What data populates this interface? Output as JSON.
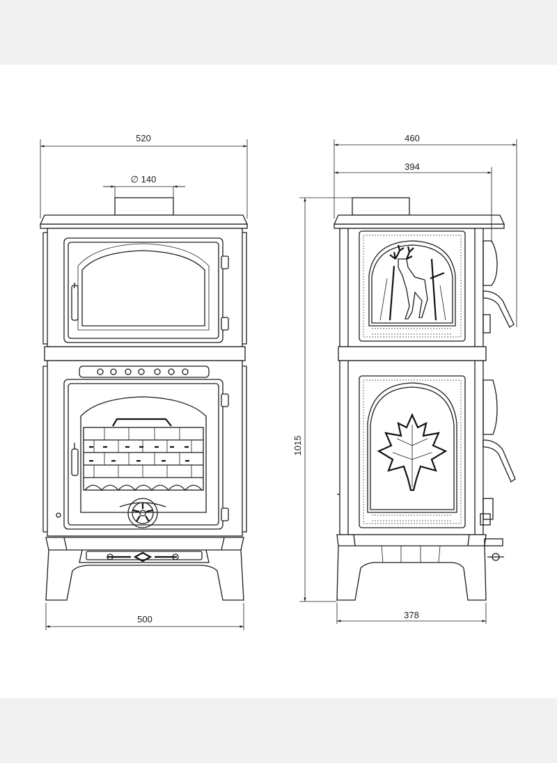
{
  "dimensions": {
    "front_width_top": "520",
    "flue_diameter": "∅ 140",
    "front_width_bottom": "500",
    "side_depth_total": "460",
    "side_depth_body": "394",
    "height": "1015",
    "side_depth_base": "378"
  },
  "colors": {
    "line": "#1a1a1a",
    "band": "#f1f1f1",
    "background": "#ffffff"
  }
}
